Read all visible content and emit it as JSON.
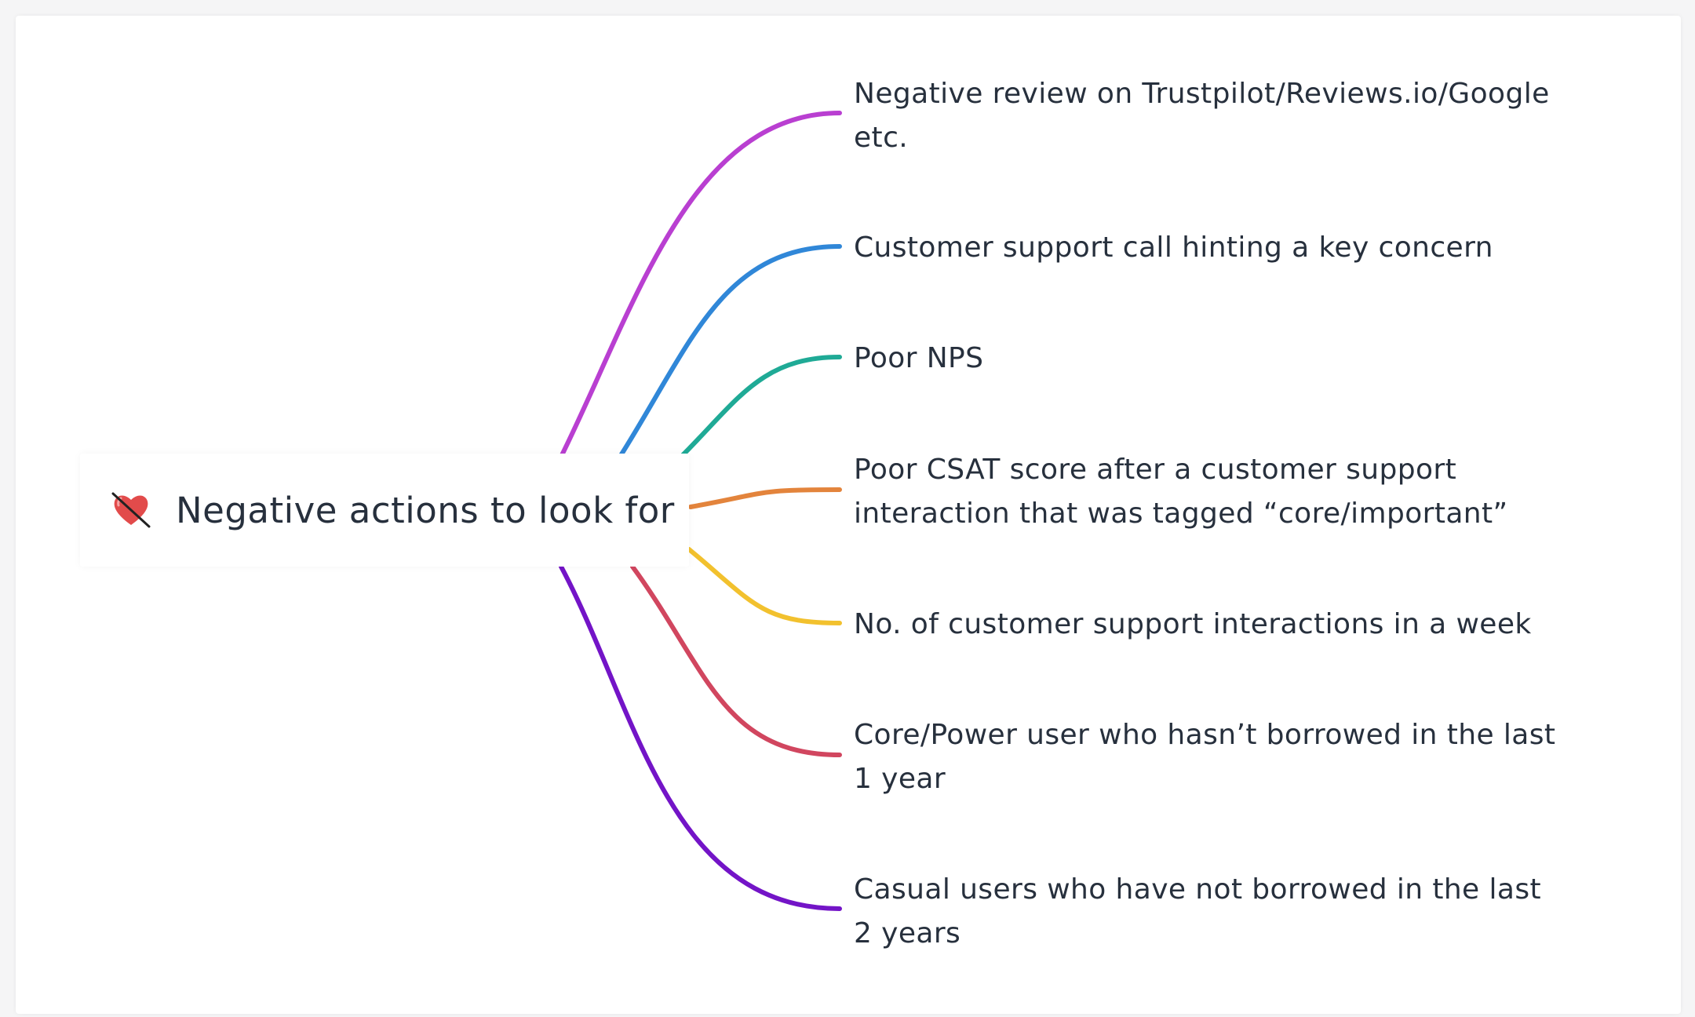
{
  "root": {
    "icon": "broken-heart-icon",
    "label": "Negative actions to look for"
  },
  "branches": [
    {
      "label": "Negative review on Trustpilot/Reviews.io/Google etc.",
      "color": "#b93fd1"
    },
    {
      "label": "Customer support call hinting a key concern",
      "color": "#3087d8"
    },
    {
      "label": "Poor NPS",
      "color": "#1faa96"
    },
    {
      "label": "Poor CSAT score after a customer support interaction that was tagged “core/important”",
      "color": "#e3843c"
    },
    {
      "label": "No. of customer support interactions in a week",
      "color": "#f2c12e"
    },
    {
      "label": "Core/Power user who hasn’t borrowed in the last 1 year",
      "color": "#d1465f"
    },
    {
      "label": "Casual users who have not borrowed in the last 2 years",
      "color": "#7314c7"
    }
  ]
}
